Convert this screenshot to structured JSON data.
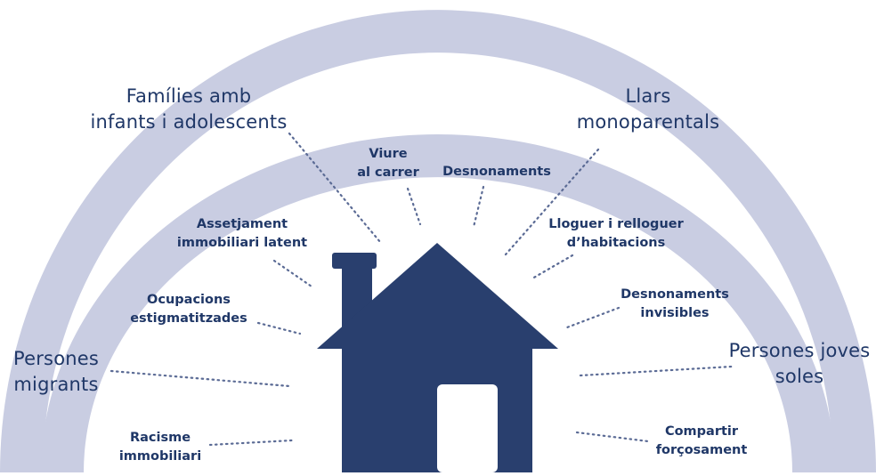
{
  "colors": {
    "arc": "#c9cde2",
    "house": "#293f6e",
    "text": "#1f3767",
    "door": "#ffffff",
    "dots": "#5b6b95"
  },
  "outer_groups": {
    "families": [
      "Famílies amb",
      "infants i adolescents"
    ],
    "single_parent": [
      "Llars",
      "monoparentals"
    ],
    "migrants": [
      "Persones",
      "migrants"
    ],
    "young": [
      "Persones joves",
      "soles"
    ]
  },
  "inner_situations": {
    "street": [
      "Viure",
      "al carrer"
    ],
    "evictions": [
      "Desnonaments"
    ],
    "harassment": [
      "Assetjament",
      "immobiliari latent"
    ],
    "rent": [
      "Lloguer i relloguer",
      "d’habitacions"
    ],
    "occupations": [
      "Ocupacions",
      "estigmatitzades"
    ],
    "invisible_evictions": [
      "Desnonaments",
      "invisibles"
    ],
    "racism": [
      "Racisme",
      "immobiliari"
    ],
    "sharing": [
      "Compartir",
      "forçosament"
    ]
  }
}
